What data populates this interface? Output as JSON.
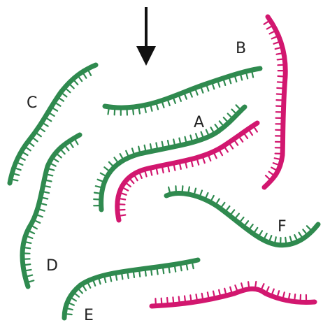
{
  "colors": {
    "green": "#2f8a4f",
    "magenta": "#d2176f",
    "arrow": "#111111",
    "label": "#222222"
  },
  "labels": {
    "a": "A",
    "b": "B",
    "c": "C",
    "d": "D",
    "e": "E",
    "f": "F"
  },
  "arrow": {
    "direction": "down"
  },
  "strands": [
    {
      "id": "b",
      "color": "green",
      "label_key": "b"
    },
    {
      "id": "c",
      "color": "green",
      "label_key": "c"
    },
    {
      "id": "a-top",
      "color": "green",
      "label_key": "a"
    },
    {
      "id": "a-bottom",
      "color": "magenta",
      "label_key": "a"
    },
    {
      "id": "d",
      "color": "green",
      "label_key": "d"
    },
    {
      "id": "e",
      "color": "green",
      "label_key": "e"
    },
    {
      "id": "f",
      "color": "green",
      "label_key": "f"
    },
    {
      "id": "f-pink-vertical",
      "color": "magenta"
    },
    {
      "id": "bottom-pink",
      "color": "magenta"
    }
  ]
}
